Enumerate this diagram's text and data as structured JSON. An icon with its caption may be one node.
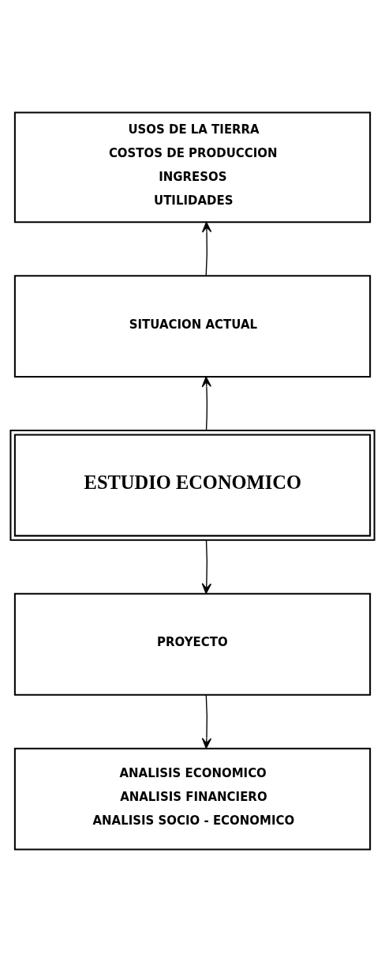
{
  "diagram": {
    "nodes": [
      {
        "text": [
          "USOS DE LA TIERRA",
          "COSTOS DE PRODUCCION",
          "INGRESOS",
          "UTILIDADES"
        ]
      },
      {
        "text": [
          "SITUACION ACTUAL"
        ]
      },
      {
        "text": [
          "ESTUDIO ECONOMICO"
        ]
      },
      {
        "text": [
          "PROYECTO"
        ]
      },
      {
        "text": [
          "ANALISIS ECONOMICO",
          "ANALISIS FINANCIERO",
          "ANALISIS SOCIO - ECONOMICO"
        ]
      }
    ],
    "edges": [
      {
        "from": 1,
        "to": 0,
        "arrow": "to"
      },
      {
        "from": 2,
        "to": 1,
        "arrow": "to"
      },
      {
        "from": 2,
        "to": 3,
        "arrow": "to"
      },
      {
        "from": 3,
        "to": 4,
        "arrow": "to"
      }
    ]
  }
}
